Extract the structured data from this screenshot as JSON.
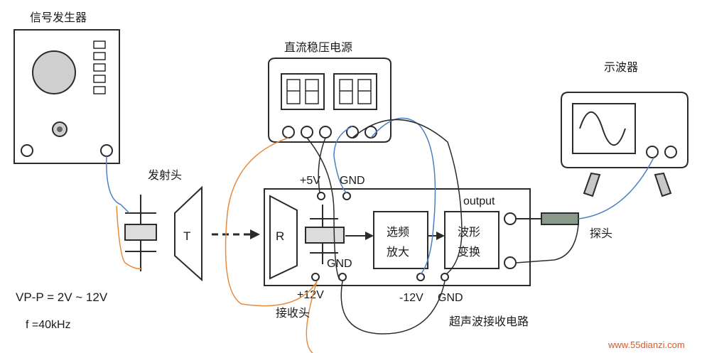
{
  "diagram": {
    "devices": {
      "signal_generator": "信号发生器",
      "dc_power": "直流稳压电源",
      "oscilloscope": "示波器",
      "transmitter": "发射头",
      "receiver_head": "接收头",
      "probe": "探头",
      "circuit": "超声波接收电路"
    },
    "blocks": {
      "t_block": "T",
      "r_block": "R",
      "select_amp_line1": "选频",
      "select_amp_line2": "放大",
      "waveform_line1": "波形",
      "waveform_line2": "变换"
    },
    "pins": {
      "plus5": "+5V",
      "gnd_top": "GND",
      "gnd_bottom": "GND",
      "plus12": "+12V",
      "minus12": "-12V",
      "gnd_right": "GND",
      "output": "output"
    },
    "params": {
      "vpp": "VP-P = 2V ~ 12V",
      "freq": "f =40kHz"
    },
    "watermark": "www.55dianzi.com",
    "colors": {
      "orange_wire": "#e8893a",
      "blue_wire": "#4a7fc0",
      "screen_grey": "#c8c8c8",
      "watermark": "#d85a2a"
    }
  }
}
